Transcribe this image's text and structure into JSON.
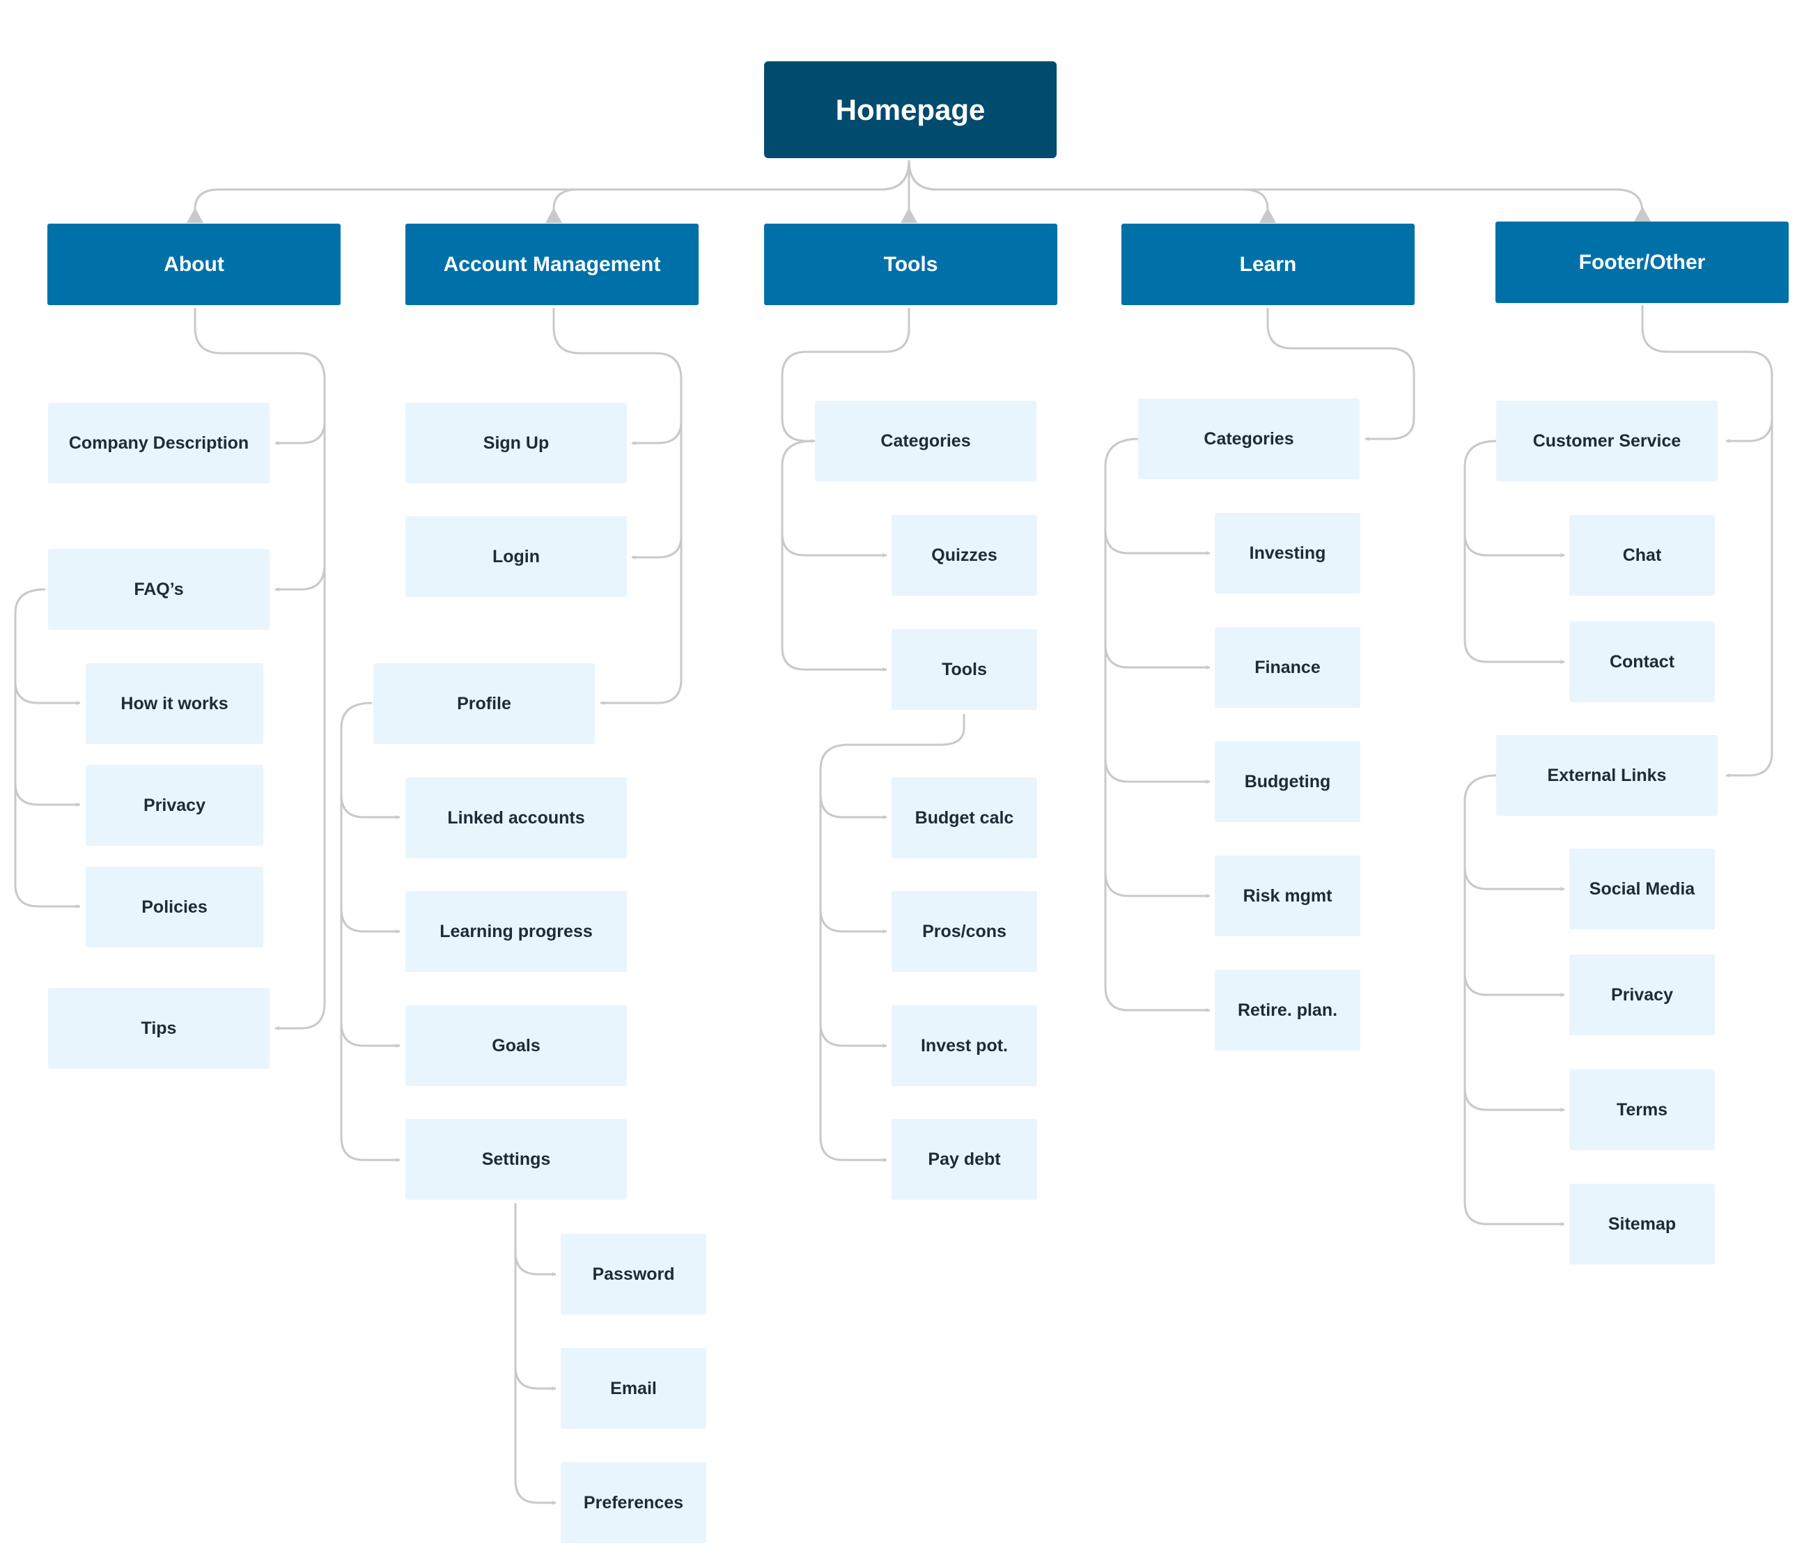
{
  "title": "Homepage",
  "sections": {
    "about": {
      "label": "About",
      "items": {
        "company_description": "Company Description",
        "faqs": "FAQ’s",
        "how_it_works": "How it works",
        "privacy": "Privacy",
        "policies": "Policies",
        "tips": "Tips"
      }
    },
    "account": {
      "label": "Account Management",
      "items": {
        "sign_up": "Sign Up",
        "login": "Login",
        "profile": "Profile",
        "linked_accounts": "Linked accounts",
        "learning_progress": "Learning progress",
        "goals": "Goals",
        "settings": "Settings",
        "password": "Password",
        "email": "Email",
        "preferences": "Preferences"
      }
    },
    "tools": {
      "label": "Tools",
      "items": {
        "categories": "Categories",
        "quizzes": "Quizzes",
        "tools": "Tools",
        "budget_calc": "Budget calc",
        "pros_cons": "Pros/cons",
        "invest_pot": "Invest pot.",
        "pay_debt": "Pay debt"
      }
    },
    "learn": {
      "label": "Learn",
      "items": {
        "categories": "Categories",
        "investing": "Investing",
        "finance": "Finance",
        "budgeting": "Budgeting",
        "risk_mgmt": "Risk mgmt",
        "retire_plan": "Retire. plan."
      }
    },
    "footer": {
      "label": "Footer/Other",
      "items": {
        "customer_service": "Customer Service",
        "chat": "Chat",
        "contact": "Contact",
        "external_links": "External Links",
        "social_media": "Social Media",
        "privacy": "Privacy",
        "terms": "Terms",
        "sitemap": "Sitemap"
      }
    }
  },
  "colors": {
    "root": "#004b6e",
    "section": "#0071a8",
    "page": "#e8f5fd",
    "connector": "#c9c9c9"
  }
}
